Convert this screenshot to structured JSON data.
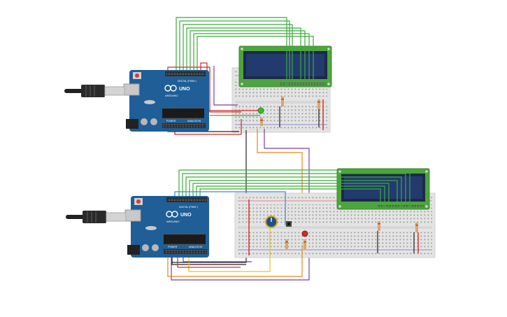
{
  "colors": {
    "background": "#ffffff",
    "arduino_board": "#1f5e97",
    "arduino_header": "#2b2b2b",
    "breadboard": "#e6e6e6",
    "lcd_pcb": "#4ea43e",
    "lcd_screen": "#233a6e",
    "wire_green": "#3cab3c",
    "wire_red": "#d12a2a",
    "wire_black": "#222222",
    "wire_orange": "#e08a1e",
    "wire_yellow": "#e6c419",
    "wire_purple": "#7b3fa0",
    "wire_blue": "#2f8fd0"
  },
  "top_circuit": {
    "board_logo": "UNO",
    "board_brand": "ARDUINO",
    "digital_label": "DIGITAL (PWM~)",
    "power_label": "POWER",
    "analog_label": "ANALOG IN",
    "usb_icon": "usb-plug-icon",
    "lcd_icon": "lcd-16x2-icon",
    "components": [
      "green LED",
      "resistor",
      "resistor",
      "resistor"
    ]
  },
  "bottom_circuit": {
    "board_logo": "UNO",
    "board_brand": "ARDUINO",
    "digital_label": "DIGITAL (PWM~)",
    "power_label": "POWER",
    "analog_label": "ANALOG IN",
    "usb_icon": "usb-plug-icon",
    "lcd_icon": "lcd-16x2-icon",
    "components": [
      "potentiometer",
      "pushbutton",
      "red LED",
      "resistor",
      "resistor",
      "resistor"
    ]
  }
}
